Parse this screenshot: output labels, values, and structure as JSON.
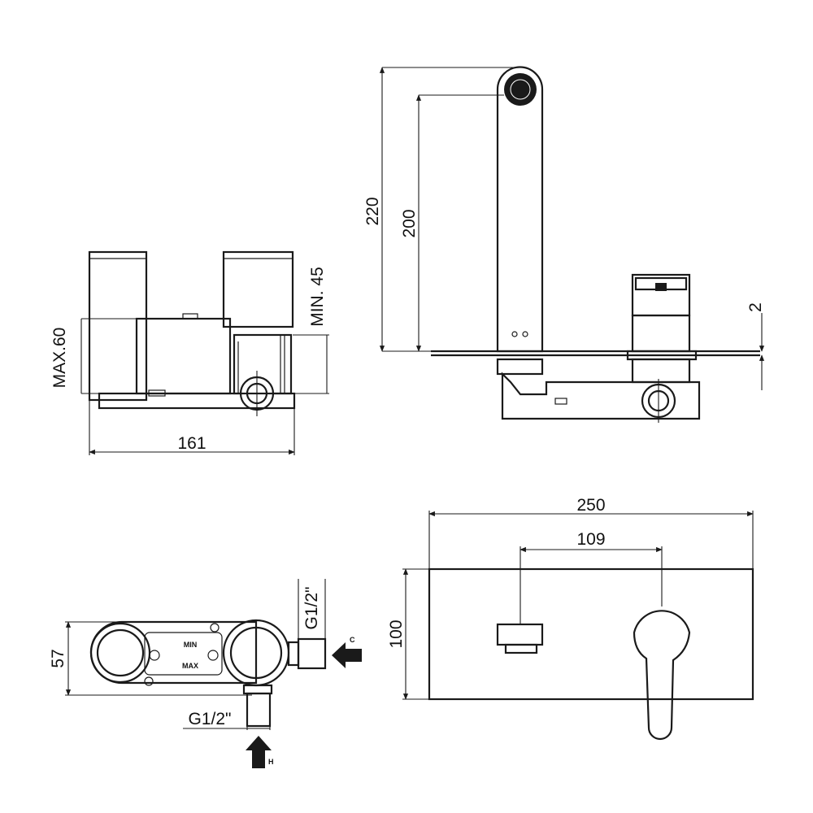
{
  "dimensions": {
    "max60": "MAX.60",
    "min45": "MIN. 45",
    "d161": "161",
    "d220": "220",
    "d200": "200",
    "d2": "2",
    "d250": "250",
    "d109": "109",
    "d100": "100",
    "d57": "57",
    "g12_top": "G1/2\"",
    "g12_bottom": "G1/2\""
  },
  "markings": {
    "min": "MIN",
    "max": "MAX"
  },
  "inlets": {
    "cold": "C",
    "hot": "H"
  }
}
